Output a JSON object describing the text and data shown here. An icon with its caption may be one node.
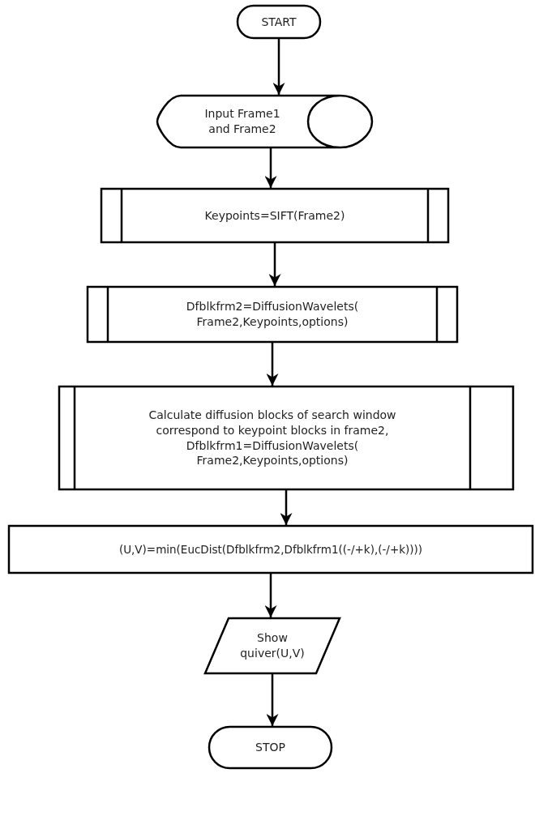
{
  "diagram": {
    "nodes": [
      {
        "text": [
          "START"
        ]
      },
      {
        "text": [
          "Input Frame1 and Frame2"
        ]
      },
      {
        "text": [
          "Keypoints=SIFT(Frame2)"
        ]
      },
      {
        "text": [
          "Dfblkfrm2=DiffusionWavelets( Frame2,Keypoints,options)"
        ]
      },
      {
        "text": [
          "Calculate diffusion blocks of search window correspond to keypoint blocks in frame2, Dfblkfrm1=DiffusionWavelets( Frame2,Keypoints,options)"
        ]
      },
      {
        "text": [
          "(U,V)=min(EucDist(Dfblkfrm2,Dfblkfrm1((-/+k),(-/+k))))"
        ]
      },
      {
        "text": [
          "Show quiver(U,V)"
        ]
      },
      {
        "text": [
          "STOP"
        ]
      }
    ],
    "edges": [
      {
        "from": 0,
        "to": 1,
        "arrow": "to"
      },
      {
        "from": 1,
        "to": 2,
        "arrow": "to"
      },
      {
        "from": 2,
        "to": 3,
        "arrow": "to"
      },
      {
        "from": 3,
        "to": 4,
        "arrow": "to"
      },
      {
        "from": 4,
        "to": 5,
        "arrow": "to"
      },
      {
        "from": 5,
        "to": 6,
        "arrow": "to"
      },
      {
        "from": 6,
        "to": 7,
        "arrow": "to"
      }
    ]
  }
}
